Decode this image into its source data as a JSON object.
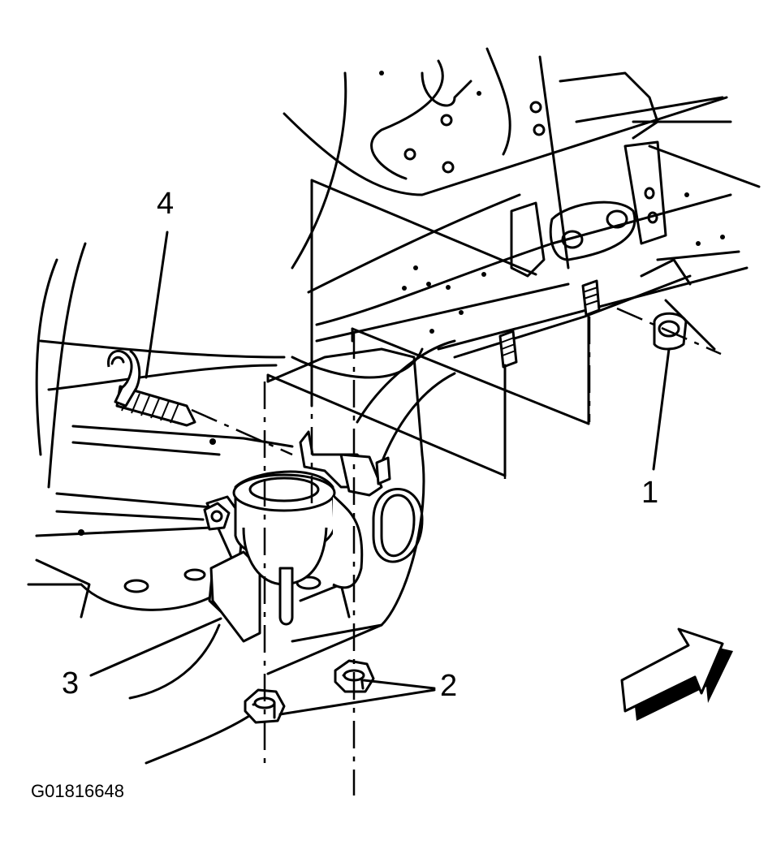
{
  "callouts": {
    "c1": "1",
    "c2": "2",
    "c3": "3",
    "c4": "4"
  },
  "figure_id": "G01816648",
  "icons": {
    "direction_arrow": "forward-arrow-icon",
    "nut": "nut-icon",
    "bolt": "bolt-icon"
  },
  "colors": {
    "line": "#000000",
    "background": "#ffffff"
  }
}
